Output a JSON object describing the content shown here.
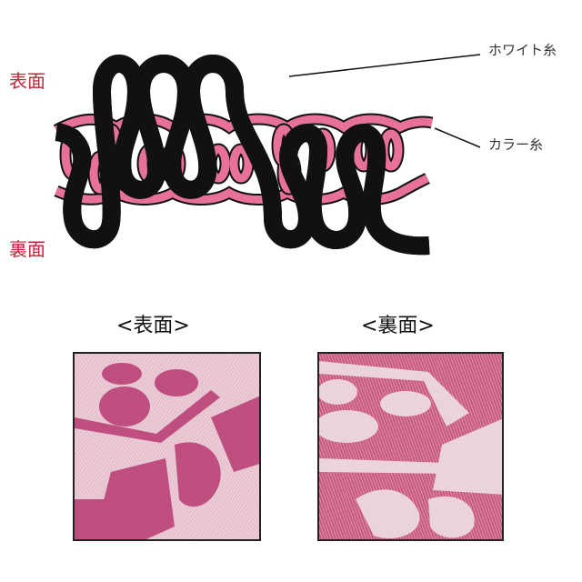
{
  "diagram": {
    "labels": {
      "front_side": "表面",
      "back_side": "裏面",
      "white_yarn": "ホワイト糸",
      "color_yarn": "カラー糸"
    },
    "colors": {
      "white_yarn_fill": "#c8c8c8",
      "color_yarn_fill": "#e7719b",
      "outline": "#111111",
      "side_label": "#c0263a"
    }
  },
  "photos": {
    "front": {
      "title": "<表面>",
      "description": "Front-side towel close-up: pink pile logo (three dots, hexagon, partial text) on white pile ground",
      "ground_color": "#e9c9d3",
      "motif_color": "#b83a72"
    },
    "back": {
      "title": "<裏面>",
      "description": "Back-side towel close-up: white pile logo on pink ribbed ground",
      "ground_color": "#c8587f",
      "motif_color": "#f1e6ea"
    }
  }
}
